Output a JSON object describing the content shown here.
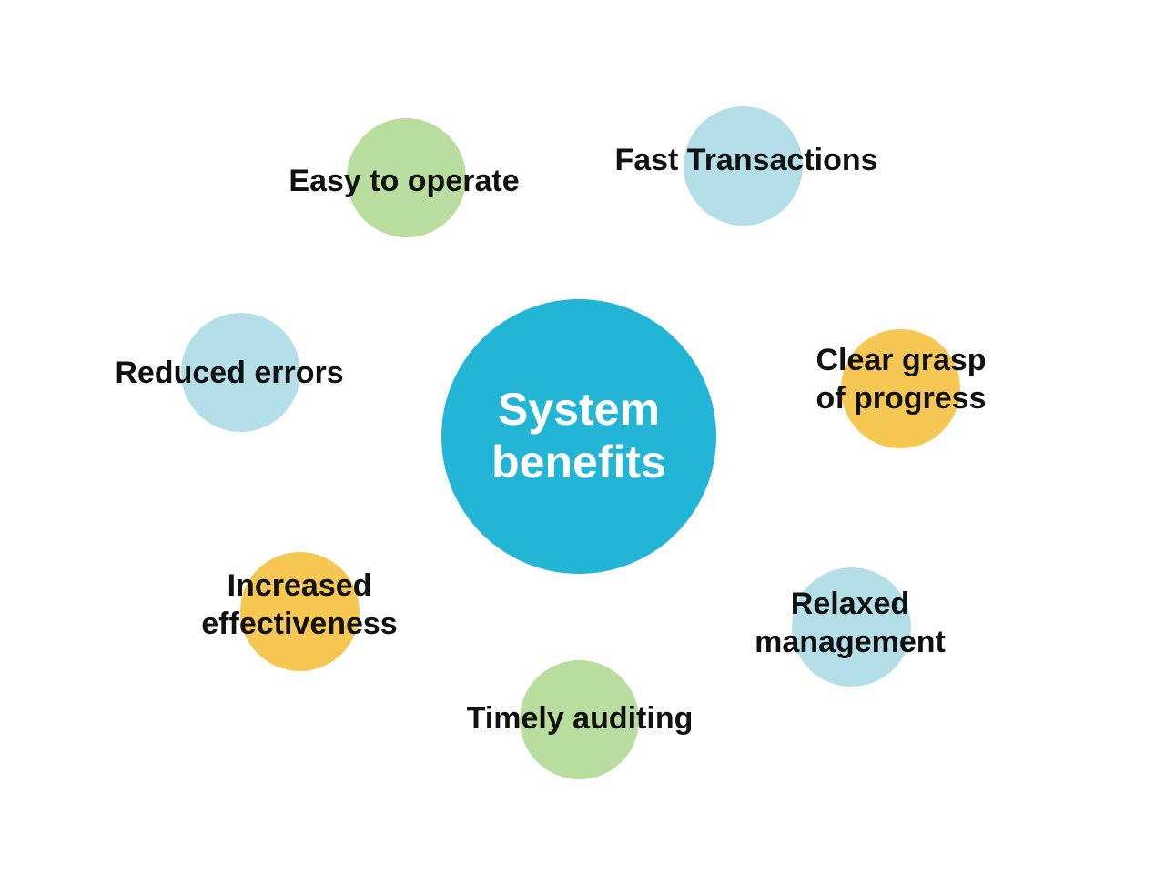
{
  "diagram": {
    "center": {
      "label": "System\nbenefits",
      "color": "#22b5d6"
    },
    "benefits": [
      {
        "label": "Easy to operate",
        "color": "#b9dd9e"
      },
      {
        "label": "Fast Transactions",
        "color": "#b5dfe8"
      },
      {
        "label": "Reduced errors",
        "color": "#b5dfe8"
      },
      {
        "label": "Clear grasp\nof progress",
        "color": "#f6c853"
      },
      {
        "label": "Increased\neffectiveness",
        "color": "#f6c853"
      },
      {
        "label": "Relaxed\nmanagement",
        "color": "#b5dfe8"
      },
      {
        "label": "Timely auditing",
        "color": "#b9dd9e"
      }
    ]
  }
}
